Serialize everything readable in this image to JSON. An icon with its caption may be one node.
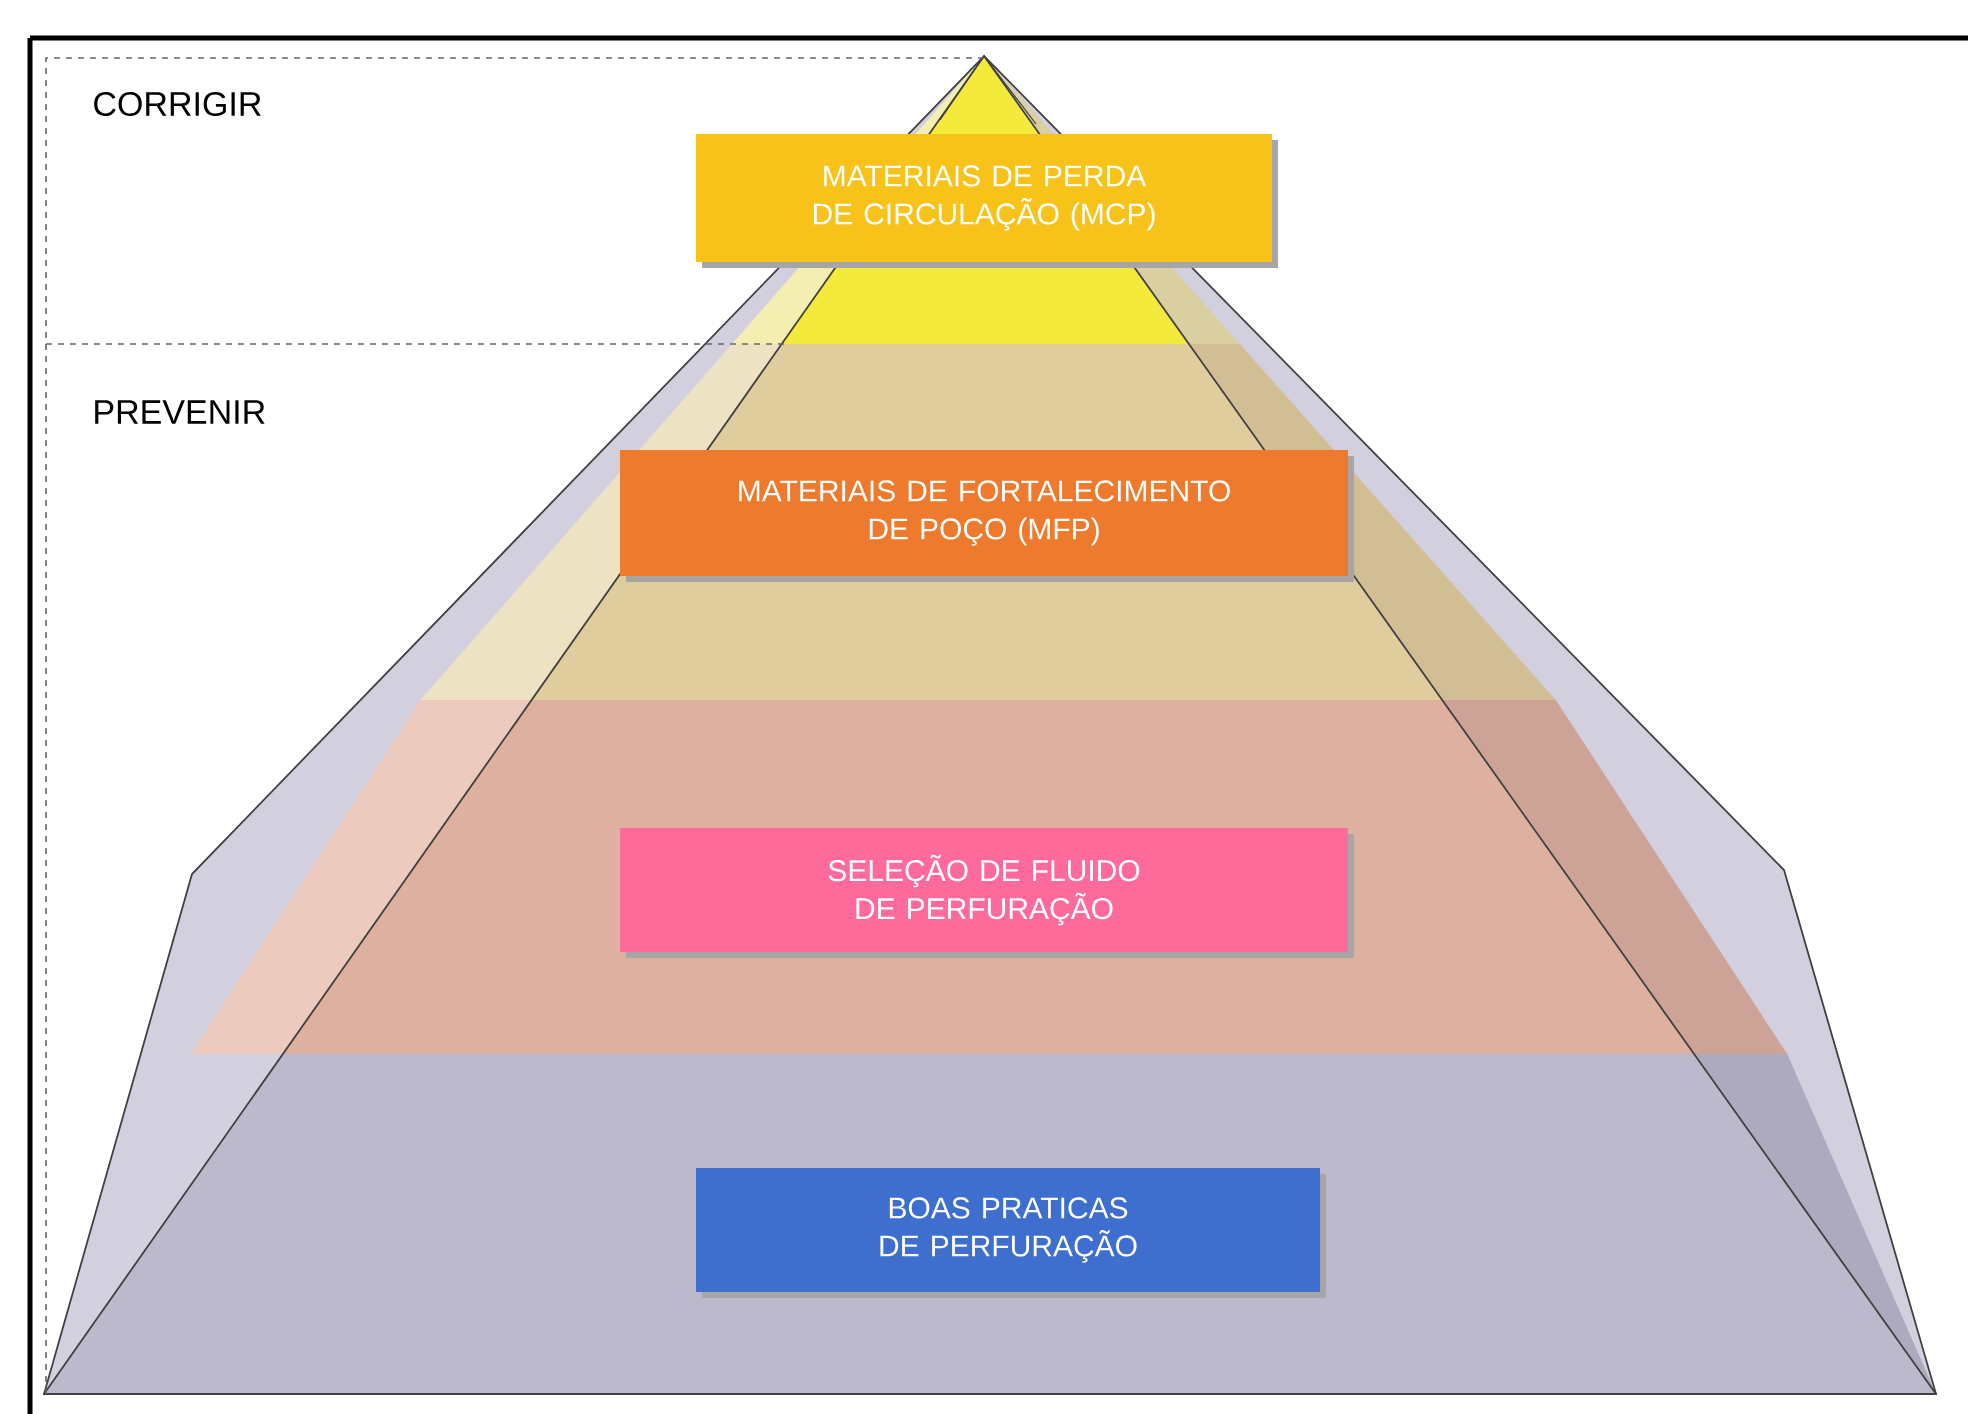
{
  "diagram": {
    "nodes": [
      {
        "text": [
          "MATERIAIS DE PERDA DE CIRCULAÇÃO (MCP)"
        ]
      },
      {
        "text": [
          "MATERIAIS DE FORTALECIMENTO DE POÇO (MFP)"
        ]
      },
      {
        "text": [
          "SELEÇÃO DE FLUIDO DE PERFURAÇÃO"
        ]
      },
      {
        "text": [
          "BOAS PRATICAS DE PERFURAÇÃO"
        ]
      }
    ],
    "labels": [
      "CORRIGIR",
      "PREVENIR"
    ]
  }
}
